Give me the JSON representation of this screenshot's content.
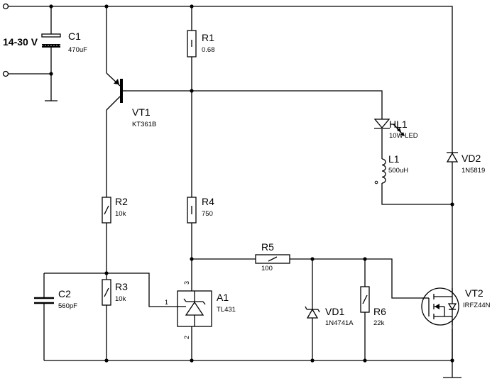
{
  "supply": {
    "label": "14-30 V"
  },
  "components": {
    "C1": {
      "ref": "C1",
      "value": "470uF"
    },
    "R1": {
      "ref": "R1",
      "value": "0.68"
    },
    "VT1": {
      "ref": "VT1",
      "value": "KT361B"
    },
    "HL1": {
      "ref": "HL1",
      "value": "10W LED"
    },
    "L1": {
      "ref": "L1",
      "value": "500uH"
    },
    "VD2": {
      "ref": "VD2",
      "value": "1N5819"
    },
    "R2": {
      "ref": "R2",
      "value": "10k"
    },
    "R4": {
      "ref": "R4",
      "value": "750"
    },
    "R5": {
      "ref": "R5",
      "value": "100"
    },
    "C2": {
      "ref": "C2",
      "value": "560pF"
    },
    "R3": {
      "ref": "R3",
      "value": "10k"
    },
    "A1": {
      "ref": "A1",
      "value": "TL431",
      "pins": {
        "p1": "1",
        "p2": "2",
        "p3": "3"
      }
    },
    "VD1": {
      "ref": "VD1",
      "value": "1N4741A"
    },
    "R6": {
      "ref": "R6",
      "value": "22k"
    },
    "VT2": {
      "ref": "VT2",
      "value": "IRFZ44N"
    }
  }
}
